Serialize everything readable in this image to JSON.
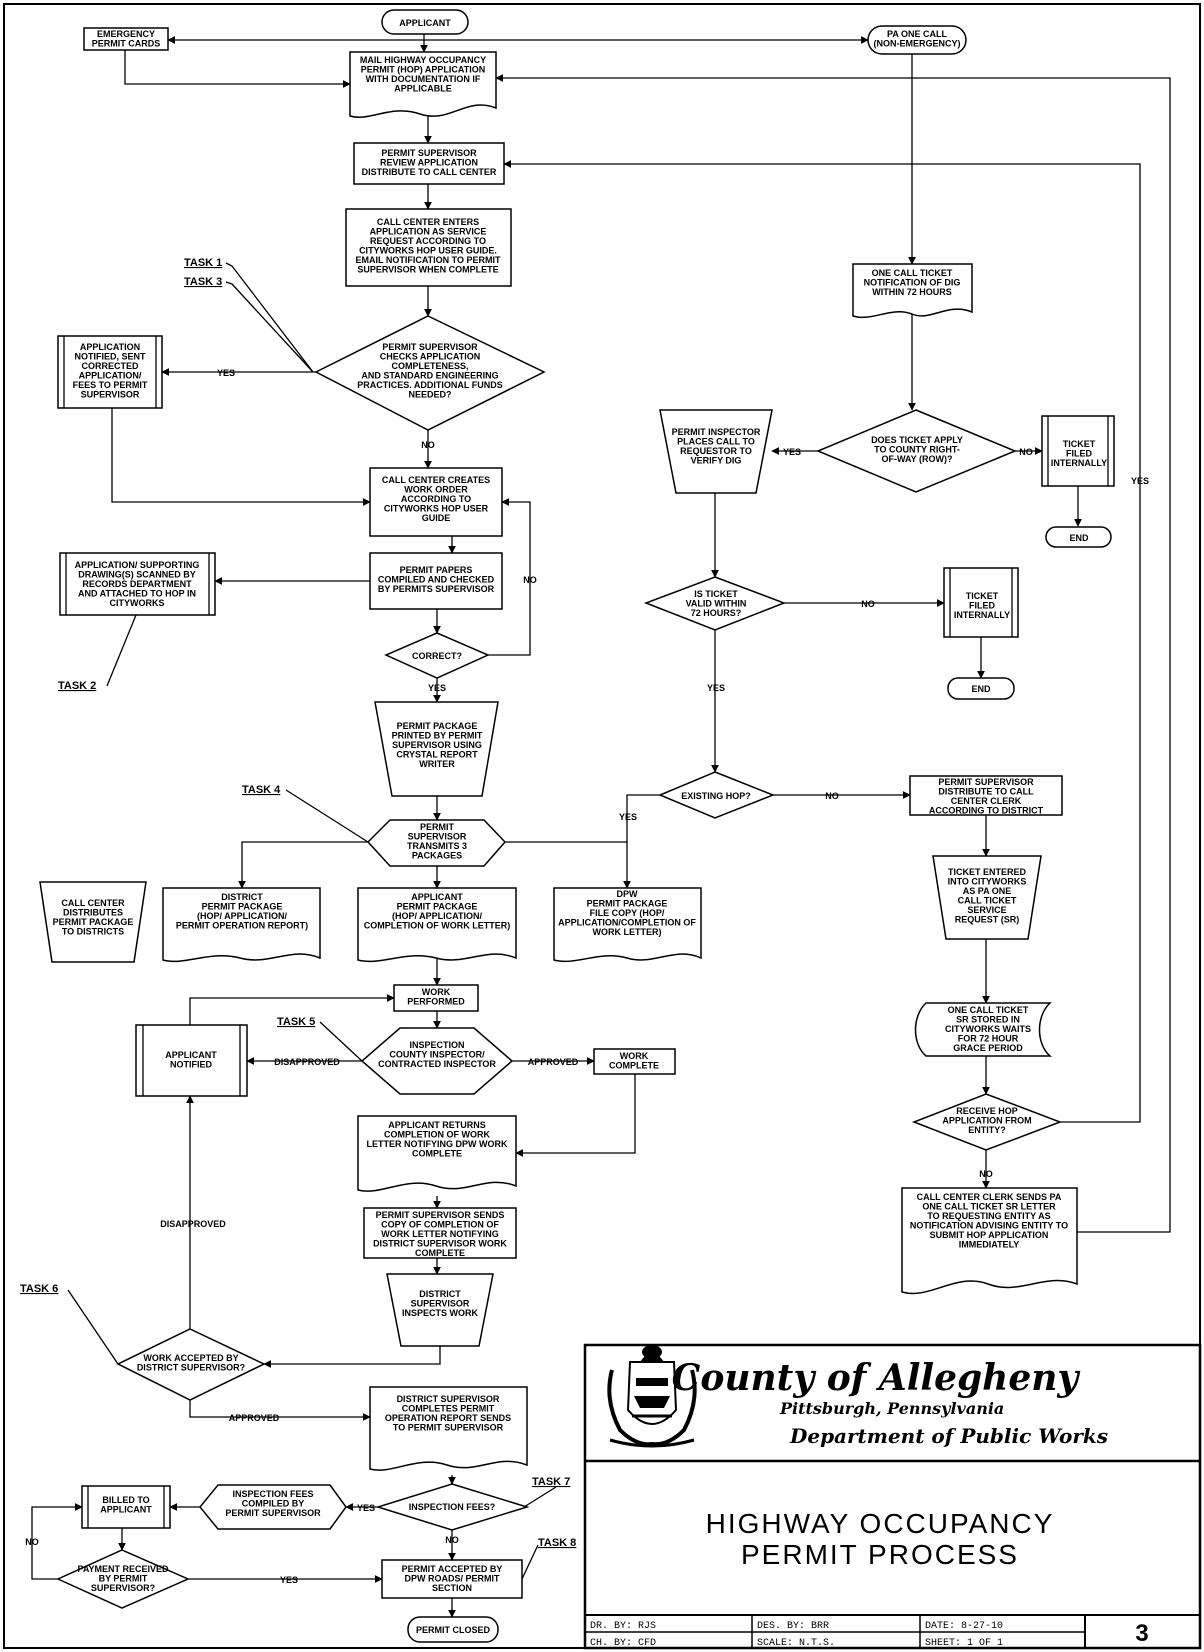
{
  "nodes": {
    "applicant": "APPLICANT",
    "emergency_cards": "EMERGENCY\nPERMIT CARDS",
    "pa_one_call": "PA ONE CALL\n(NON-EMERGENCY)",
    "mail_hop": "MAIL HIGHWAY OCCUPANCY\nPERMIT (HOP) APPLICATION\nWITH DOCUMENTATION IF\nAPPLICABLE",
    "supervisor_review": "PERMIT SUPERVISOR\nREVIEW APPLICATION\nDISTRIBUTE TO CALL CENTER",
    "call_center_enters": "CALL CENTER ENTERS\nAPPLICATION AS SERVICE\nREQUEST ACCORDING TO\nCITYWORKS HOP USER GUIDE.\nEMAIL NOTIFICATION TO PERMIT\nSUPERVISOR WHEN COMPLETE",
    "checks_completeness": "PERMIT SUPERVISOR\nCHECKS APPLICATION\nCOMPLETENESS,\nAND STANDARD ENGINEERING\nPRACTICES. ADDITIONAL FUNDS\nNEEDED?",
    "application_notified": "APPLICATION\nNOTIFIED, SENT\nCORRECTED\nAPPLICATION/\nFEES TO PERMIT\nSUPERVISOR",
    "creates_work_order": "CALL CENTER CREATES\nWORK ORDER\nACCORDING TO\nCITYWORKS HOP USER\nGUIDE",
    "papers_compiled": "PERMIT PAPERS\nCOMPILED AND CHECKED\nBY PERMITS SUPERVISOR",
    "scanned": "APPLICATION/ SUPPORTING\nDRAWING(S) SCANNED BY\nRECORDS DEPARTMENT\nAND ATTACHED TO HOP IN\nCITYWORKS",
    "correct": "CORRECT?",
    "package_printed": "PERMIT PACKAGE\nPRINTED BY PERMIT\nSUPERVISOR USING\nCRYSTAL REPORT\nWRITER",
    "transmits": "PERMIT\nSUPERVISOR\nTRANSMITS 3\nPACKAGES",
    "call_center_distributes": "CALL CENTER\nDISTRIBUTES\nPERMIT PACKAGE\nTO DISTRICTS",
    "district_package": "DISTRICT\nPERMIT PACKAGE\n(HOP/ APPLICATION/\nPERMIT OPERATION REPORT)",
    "applicant_package": "APPLICANT\nPERMIT PACKAGE\n(HOP/ APPLICATION/\nCOMPLETION OF WORK LETTER)",
    "dpw_package": "DPW\nPERMIT PACKAGE\nFILE COPY (HOP/\nAPPLICATION/COMPLETION OF\nWORK LETTER)",
    "work_performed": "WORK\nPERFORMED",
    "inspection": "INSPECTION\nCOUNTY INSPECTOR/\nCONTRACTED INSPECTOR",
    "applicant_notified": "APPLICANT\nNOTIFIED",
    "work_complete": "WORK\nCOMPLETE",
    "applicant_returns": "APPLICANT RETURNS\nCOMPLETION OF WORK\nLETTER NOTIFYING DPW WORK\nCOMPLETE",
    "supervisor_sends_copy": "PERMIT SUPERVISOR SENDS\nCOPY OF COMPLETION OF\nWORK LETTER NOTIFYING\nDISTRICT SUPERVISOR WORK\nCOMPLETE",
    "district_inspects": "DISTRICT\nSUPERVISOR\nINSPECTS WORK",
    "work_accepted": "WORK ACCEPTED BY\nDISTRICT SUPERVISOR?",
    "district_completes": "DISTRICT SUPERVISOR\nCOMPLETES PERMIT\nOPERATION REPORT SENDS\nTO PERMIT SUPERVISOR",
    "inspection_fees": "INSPECTION FEES?",
    "fees_compiled": "INSPECTION FEES\nCOMPILED BY\nPERMIT SUPERVISOR",
    "billed": "BILLED TO\nAPPLICANT",
    "payment_received": "PAYMENT RECEIVED\nBY PERMIT\nSUPERVISOR?",
    "permit_accepted": "PERMIT ACCEPTED BY\nDPW ROADS/ PERMIT\nSECTION",
    "permit_closed": "PERMIT CLOSED",
    "one_call_ticket": "ONE CALL TICKET\nNOTIFICATION OF DIG\nWITHIN 72 HOURS",
    "ticket_apply": "DOES TICKET APPLY\nTO COUNTY RIGHT-\nOF-WAY (ROW)?",
    "inspector_places_call": "PERMIT INSPECTOR\nPLACES CALL TO\nREQUESTOR TO\nVERIFY DIG",
    "ticket_filed_1": "TICKET\nFILED\nINTERNALLY",
    "end_1": "END",
    "ticket_valid": "IS TICKET\nVALID WITHIN\n72 HOURS?",
    "ticket_filed_2": "TICKET\nFILED\nINTERNALLY",
    "end_2": "END",
    "existing_hop": "EXISTING HOP?",
    "distribute_clerk": "PERMIT SUPERVISOR\nDISTRIBUTE TO CALL\nCENTER CLERK\nACCORDING TO DISTRICT",
    "ticket_entered": "TICKET ENTERED\nINTO CITYWORKS\nAS PA ONE\nCALL TICKET\nSERVICE\nREQUEST (SR)",
    "sr_stored": "ONE CALL TICKET\nSR STORED IN\nCITYWORKS WAITS\nFOR 72 HOUR\nGRACE PERIOD",
    "receive_hop": "RECEIVE HOP\nAPPLICATION FROM\nENTITY?",
    "clerk_sends": "CALL CENTER CLERK SENDS PA\nONE CALL TICKET SR LETTER\nTO REQUESTING ENTITY AS\nNOTIFICATION ADVISING ENTITY TO\nSUBMIT HOP APPLICATION\nIMMEDIATELY"
  },
  "edge_labels": {
    "yes": "YES",
    "no": "NO",
    "approved": "APPROVED",
    "disapproved": "DISAPPROVED"
  },
  "tasks": {
    "task1": "TASK 1",
    "task2": "TASK 2",
    "task3": "TASK 3",
    "task4": "TASK 4",
    "task5": "TASK 5",
    "task6": "TASK 6",
    "task7": "TASK 7",
    "task8": "TASK 8"
  },
  "title_block": {
    "county": "County of Allegheny",
    "city": "Pittsburgh, Pennsylvania",
    "department": "Department of Public Works",
    "title_line1": "HIGHWAY OCCUPANCY",
    "title_line2": "PERMIT PROCESS",
    "dr_by": "DR. BY: RJS",
    "des_by": "DES. BY: BRR",
    "date": "DATE: 8-27-10",
    "ch_by": "CH. BY: CFD",
    "scale": "SCALE: N.T.S.",
    "sheet": "SHEET: 1 OF 1",
    "sheet_number": "3"
  }
}
